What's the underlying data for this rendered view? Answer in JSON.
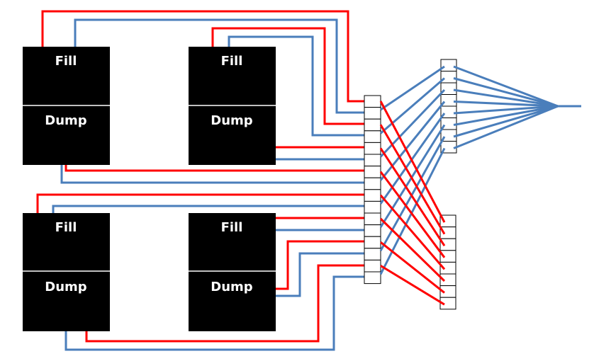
{
  "units": [
    {
      "fill_label": "Fill",
      "dump_label": "Dump"
    },
    {
      "fill_label": "Fill",
      "dump_label": "Dump"
    },
    {
      "fill_label": "Fill",
      "dump_label": "Dump"
    },
    {
      "fill_label": "Fill",
      "dump_label": "Dump"
    }
  ],
  "colors": {
    "fill_wire": "#ff0000",
    "dump_wire": "#4a7ebb",
    "unit": "#000000"
  }
}
